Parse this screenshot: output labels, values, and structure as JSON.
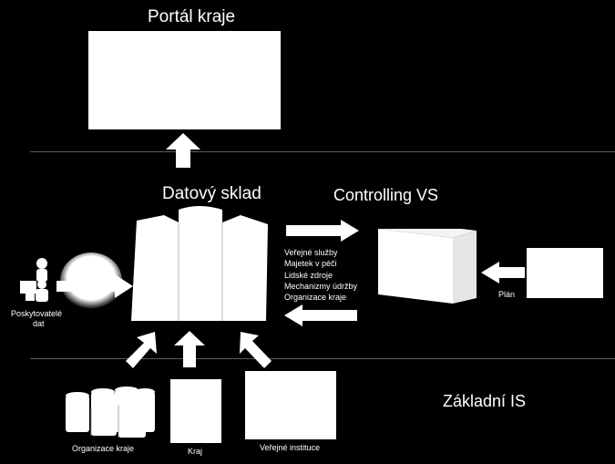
{
  "portal": {
    "title": "Portál kraje"
  },
  "warehouse": {
    "title": "Datový sklad"
  },
  "controlling": {
    "title": "Controlling VS",
    "plan_label": "Plán"
  },
  "flows": {
    "items": [
      "Veřejné služby",
      "Majetek v péči",
      "Lidské zdroje",
      "Mechanizmy údržby",
      "Organizace kraje"
    ]
  },
  "providers": {
    "label_line1": "Poskytovatelé",
    "label_line2": "dat"
  },
  "basic_is": {
    "title": "Základní IS",
    "org_label": "Organizace kraje",
    "region_label": "Kraj",
    "institutions_label": "Veřejné instituce"
  }
}
